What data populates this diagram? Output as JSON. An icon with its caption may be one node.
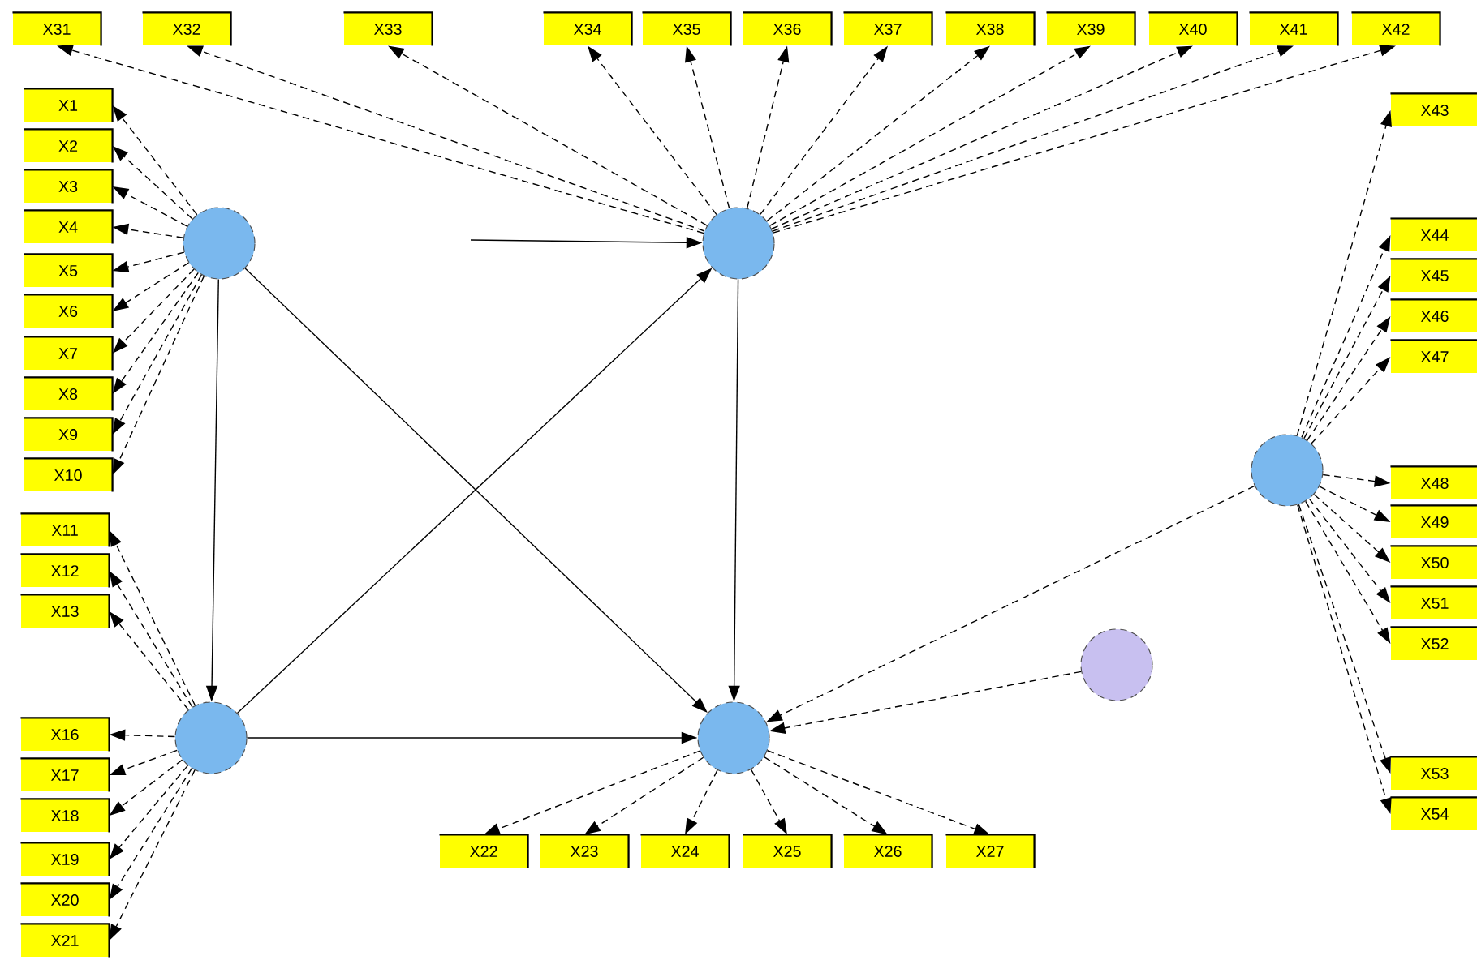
{
  "diagram": {
    "nodes": [
      {
        "text": [],
        "shape": "circle"
      },
      {
        "text": [],
        "shape": "circle"
      },
      {
        "text": [],
        "shape": "circle"
      },
      {
        "text": [],
        "shape": "circle"
      },
      {
        "text": [],
        "shape": "circle"
      },
      {
        "text": [],
        "shape": "circle"
      },
      {
        "text": [
          "X1"
        ]
      },
      {
        "text": [
          "X2"
        ]
      },
      {
        "text": [
          "X3"
        ]
      },
      {
        "text": [
          "X4"
        ]
      },
      {
        "text": [
          "X5"
        ]
      },
      {
        "text": [
          "X6"
        ]
      },
      {
        "text": [
          "X7"
        ]
      },
      {
        "text": [
          "X8"
        ]
      },
      {
        "text": [
          "X9"
        ]
      },
      {
        "text": [
          "X10"
        ]
      },
      {
        "text": [
          "X11"
        ]
      },
      {
        "text": [
          "X12"
        ]
      },
      {
        "text": [
          "X13"
        ]
      },
      {
        "text": [
          "X16"
        ]
      },
      {
        "text": [
          "X17"
        ]
      },
      {
        "text": [
          "X18"
        ]
      },
      {
        "text": [
          "X19"
        ]
      },
      {
        "text": [
          "X20"
        ]
      },
      {
        "text": [
          "X21"
        ]
      },
      {
        "text": [
          "X31"
        ]
      },
      {
        "text": [
          "X32"
        ]
      },
      {
        "text": [
          "X33"
        ]
      },
      {
        "text": [
          "X34"
        ]
      },
      {
        "text": [
          "X35"
        ]
      },
      {
        "text": [
          "X36"
        ]
      },
      {
        "text": [
          "X37"
        ]
      },
      {
        "text": [
          "X38"
        ]
      },
      {
        "text": [
          "X39"
        ]
      },
      {
        "text": [
          "X40"
        ]
      },
      {
        "text": [
          "X41"
        ]
      },
      {
        "text": [
          "X42"
        ]
      },
      {
        "text": [
          "X22"
        ]
      },
      {
        "text": [
          "X23"
        ]
      },
      {
        "text": [
          "X24"
        ]
      },
      {
        "text": [
          "X25"
        ]
      },
      {
        "text": [
          "X26"
        ]
      },
      {
        "text": [
          "X27"
        ]
      },
      {
        "text": [
          "X43"
        ]
      },
      {
        "text": [
          "X44"
        ]
      },
      {
        "text": [
          "X45"
        ]
      },
      {
        "text": [
          "X46"
        ]
      },
      {
        "text": [
          "X47"
        ]
      },
      {
        "text": [
          "X48"
        ]
      },
      {
        "text": [
          "X49"
        ]
      },
      {
        "text": [
          "X50"
        ]
      },
      {
        "text": [
          "X51"
        ]
      },
      {
        "text": [
          "X52"
        ]
      },
      {
        "text": [
          "X53"
        ]
      },
      {
        "text": [
          "X54"
        ]
      }
    ],
    "edges": [
      {
        "from": null,
        "to": 1,
        "arrow": "to"
      },
      {
        "from": 0,
        "to": 2,
        "arrow": "to"
      },
      {
        "from": 0,
        "to": 3,
        "arrow": "to"
      },
      {
        "from": 2,
        "to": 1,
        "arrow": "to"
      },
      {
        "from": 2,
        "to": 3,
        "arrow": "to"
      },
      {
        "from": 1,
        "to": 3,
        "arrow": "to"
      },
      {
        "from": 4,
        "to": 3,
        "arrow": "to",
        "style": "dashed"
      },
      {
        "from": 5,
        "to": 3,
        "arrow": "to",
        "style": "dashed"
      },
      {
        "from": 0,
        "to": 6,
        "arrow": "to",
        "style": "dashed"
      },
      {
        "from": 0,
        "to": 7,
        "arrow": "to",
        "style": "dashed"
      },
      {
        "from": 0,
        "to": 8,
        "arrow": "to",
        "style": "dashed"
      },
      {
        "from": 0,
        "to": 9,
        "arrow": "to",
        "style": "dashed"
      },
      {
        "from": 0,
        "to": 10,
        "arrow": "to",
        "style": "dashed"
      },
      {
        "from": 0,
        "to": 11,
        "arrow": "to",
        "style": "dashed"
      },
      {
        "from": 0,
        "to": 12,
        "arrow": "to",
        "style": "dashed"
      },
      {
        "from": 0,
        "to": 13,
        "arrow": "to",
        "style": "dashed"
      },
      {
        "from": 0,
        "to": 14,
        "arrow": "to",
        "style": "dashed"
      },
      {
        "from": 0,
        "to": 15,
        "arrow": "to",
        "style": "dashed"
      },
      {
        "from": 2,
        "to": 16,
        "arrow": "to",
        "style": "dashed"
      },
      {
        "from": 2,
        "to": 17,
        "arrow": "to",
        "style": "dashed"
      },
      {
        "from": 2,
        "to": 18,
        "arrow": "to",
        "style": "dashed"
      },
      {
        "from": 2,
        "to": 19,
        "arrow": "to",
        "style": "dashed"
      },
      {
        "from": 2,
        "to": 20,
        "arrow": "to",
        "style": "dashed"
      },
      {
        "from": 2,
        "to": 21,
        "arrow": "to",
        "style": "dashed"
      },
      {
        "from": 2,
        "to": 22,
        "arrow": "to",
        "style": "dashed"
      },
      {
        "from": 2,
        "to": 23,
        "arrow": "to",
        "style": "dashed"
      },
      {
        "from": 2,
        "to": 24,
        "arrow": "to",
        "style": "dashed"
      },
      {
        "from": 1,
        "to": 25,
        "arrow": "to",
        "style": "dashed"
      },
      {
        "from": 1,
        "to": 26,
        "arrow": "to",
        "style": "dashed"
      },
      {
        "from": 1,
        "to": 27,
        "arrow": "to",
        "style": "dashed"
      },
      {
        "from": 1,
        "to": 28,
        "arrow": "to",
        "style": "dashed"
      },
      {
        "from": 1,
        "to": 29,
        "arrow": "to",
        "style": "dashed"
      },
      {
        "from": 1,
        "to": 30,
        "arrow": "to",
        "style": "dashed"
      },
      {
        "from": 1,
        "to": 31,
        "arrow": "to",
        "style": "dashed"
      },
      {
        "from": 1,
        "to": 32,
        "arrow": "to",
        "style": "dashed"
      },
      {
        "from": 1,
        "to": 33,
        "arrow": "to",
        "style": "dashed"
      },
      {
        "from": 1,
        "to": 34,
        "arrow": "to",
        "style": "dashed"
      },
      {
        "from": 1,
        "to": 35,
        "arrow": "to",
        "style": "dashed"
      },
      {
        "from": 1,
        "to": 36,
        "arrow": "to",
        "style": "dashed"
      },
      {
        "from": 3,
        "to": 37,
        "arrow": "to",
        "style": "dashed"
      },
      {
        "from": 3,
        "to": 38,
        "arrow": "to",
        "style": "dashed"
      },
      {
        "from": 3,
        "to": 39,
        "arrow": "to",
        "style": "dashed"
      },
      {
        "from": 3,
        "to": 40,
        "arrow": "to",
        "style": "dashed"
      },
      {
        "from": 3,
        "to": 41,
        "arrow": "to",
        "style": "dashed"
      },
      {
        "from": 3,
        "to": 42,
        "arrow": "to",
        "style": "dashed"
      },
      {
        "from": 4,
        "to": 43,
        "arrow": "to",
        "style": "dashed"
      },
      {
        "from": 4,
        "to": 44,
        "arrow": "to",
        "style": "dashed"
      },
      {
        "from": 4,
        "to": 45,
        "arrow": "to",
        "style": "dashed"
      },
      {
        "from": 4,
        "to": 46,
        "arrow": "to",
        "style": "dashed"
      },
      {
        "from": 4,
        "to": 47,
        "arrow": "to",
        "style": "dashed"
      },
      {
        "from": 4,
        "to": 48,
        "arrow": "to",
        "style": "dashed"
      },
      {
        "from": 4,
        "to": 49,
        "arrow": "to",
        "style": "dashed"
      },
      {
        "from": 4,
        "to": 50,
        "arrow": "to",
        "style": "dashed"
      },
      {
        "from": 4,
        "to": 51,
        "arrow": "to",
        "style": "dashed"
      },
      {
        "from": 4,
        "to": 52,
        "arrow": "to",
        "style": "dashed"
      },
      {
        "from": 4,
        "to": 53,
        "arrow": "to",
        "style": "dashed"
      },
      {
        "from": 4,
        "to": 54,
        "arrow": "to",
        "style": "dashed"
      }
    ]
  }
}
